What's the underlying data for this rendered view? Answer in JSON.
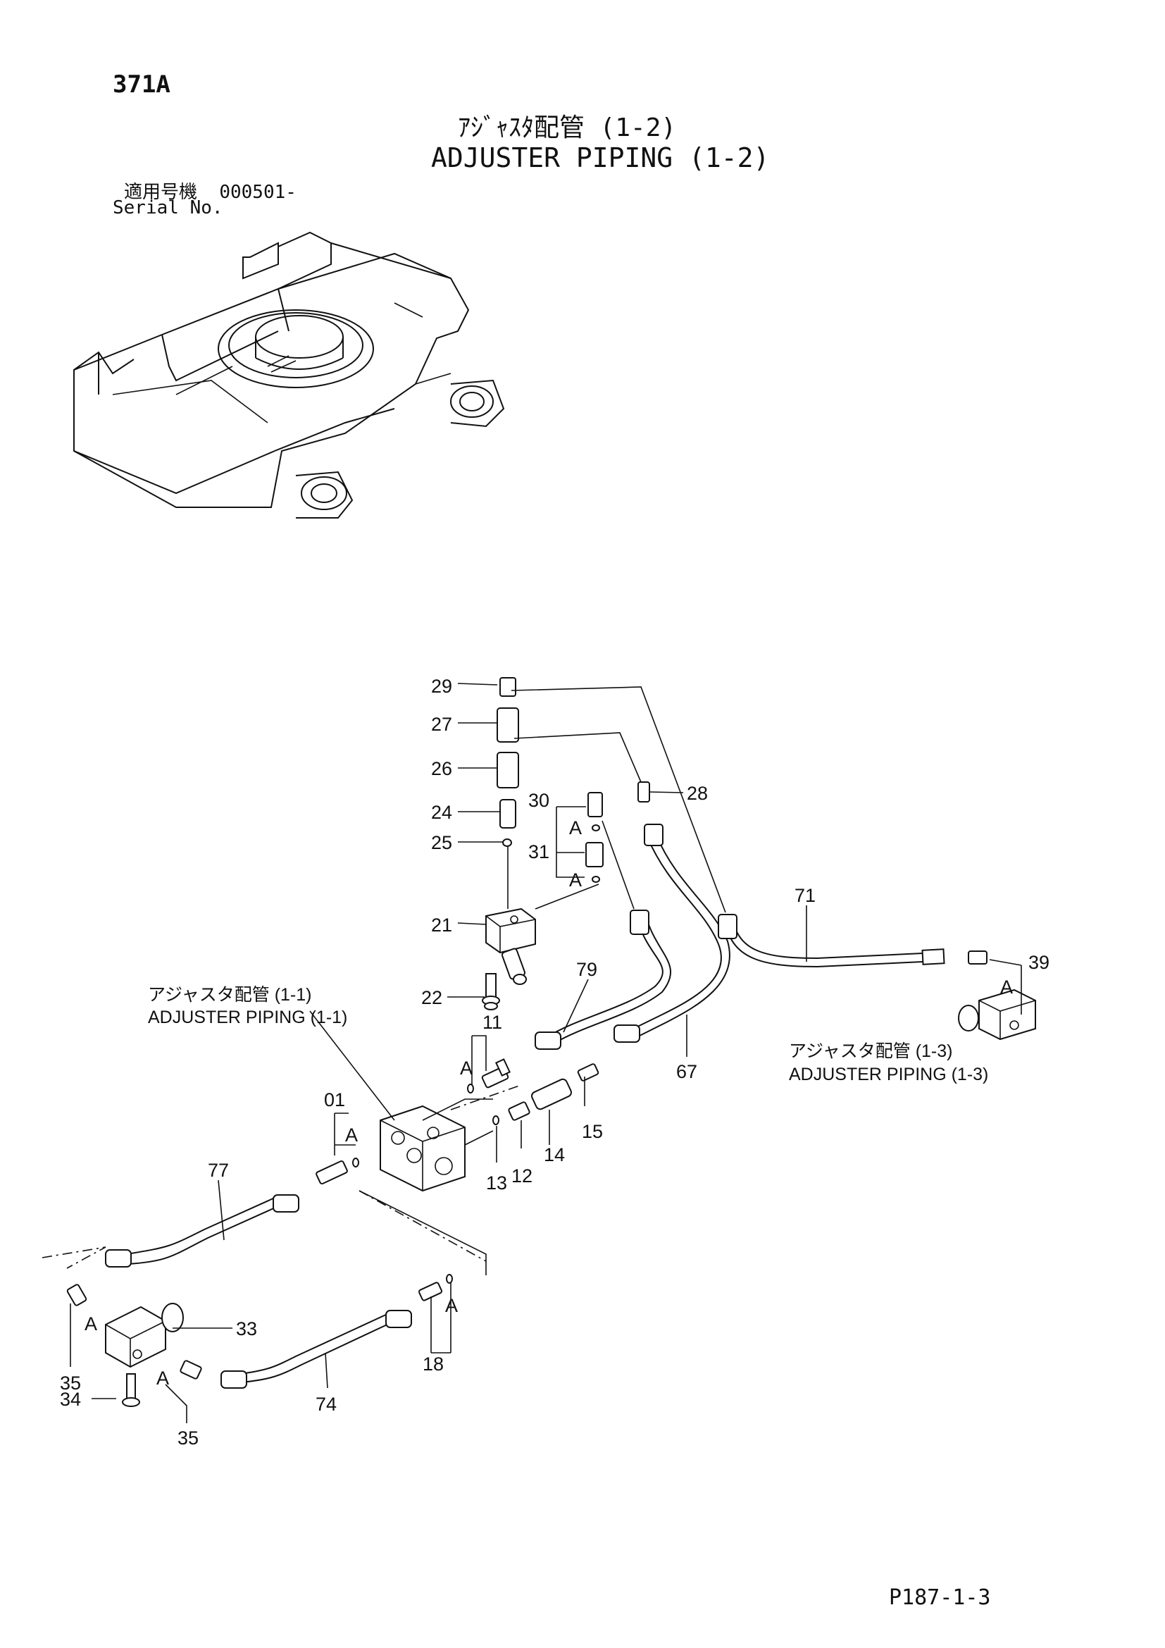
{
  "header": {
    "page_no": "371A",
    "title_jp": "ｱｼﾞｬｽﾀ配管 (1-2)",
    "title_en": "ADJUSTER PIPING (1-2)",
    "serial_label_jp": "適用号機",
    "serial_value": "000501-",
    "serial_label_en": "Serial No."
  },
  "references": {
    "piping_1_1_jp": "アジャスタ配管 (1-1)",
    "piping_1_1_en": "ADJUSTER PIPING (1-1)",
    "piping_1_3_jp": "アジャスタ配管 (1-3)",
    "piping_1_3_en": "ADJUSTER PIPING (1-3)"
  },
  "callouts": {
    "c29": "29",
    "c27": "27",
    "c26": "26",
    "c24": "24",
    "c25": "25",
    "c21": "21",
    "c22": "22",
    "c30": "30",
    "c31": "31",
    "c28": "28",
    "c79": "79",
    "c71": "71",
    "c39": "39",
    "c67": "67",
    "c11": "11",
    "c01": "01",
    "c15": "15",
    "c14": "14",
    "c13": "13",
    "c12": "12",
    "c77": "77",
    "c33": "33",
    "c35a": "35",
    "c35b": "35",
    "c34": "34",
    "c74": "74",
    "c18": "18",
    "detail_a": "A"
  },
  "footer": {
    "page_ref": "P187-1-3"
  }
}
